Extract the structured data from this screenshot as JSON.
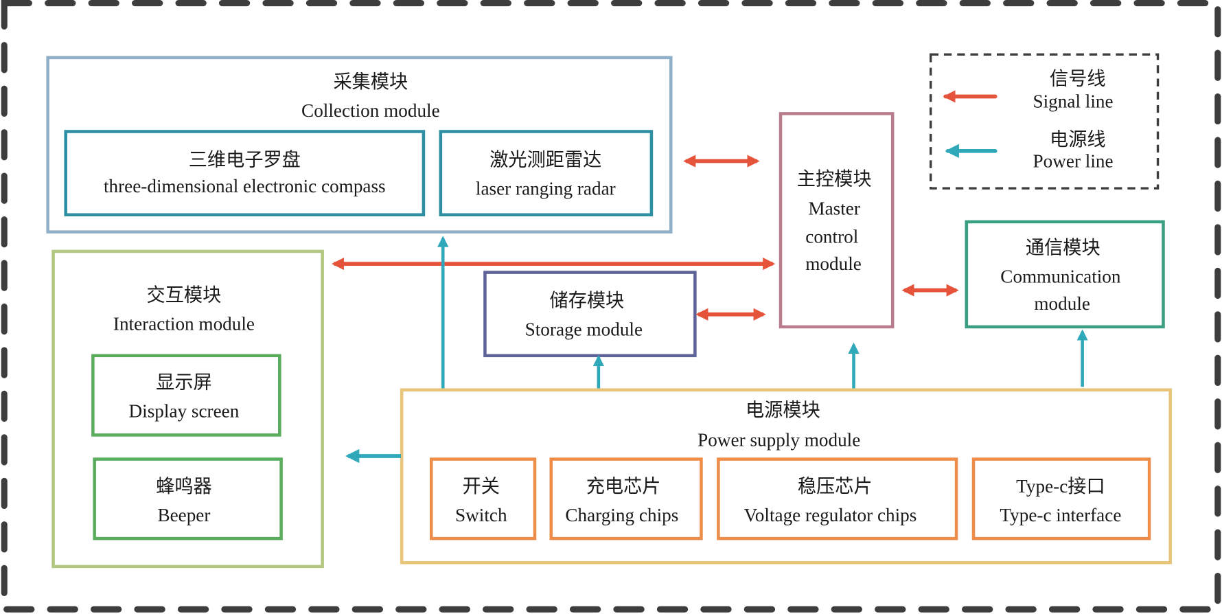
{
  "colors": {
    "border": "#3d3d3d",
    "collection": "#8fb0c8",
    "collection_sub": "#2e8fa3",
    "master": "#b97c8c",
    "communication": "#3a9e83",
    "storage": "#5e6399",
    "interaction": "#b2c77f",
    "interaction_sub": "#59ad5c",
    "power": "#e8c57a",
    "power_sub": "#ee8c4a",
    "signal_line": "#e5533a",
    "power_line": "#2fa8ba"
  },
  "collection": {
    "zh": "采集模块",
    "en": "Collection module",
    "compass": {
      "zh": "三维电子罗盘",
      "en": "three-dimensional electronic compass"
    },
    "laser": {
      "zh": "激光测距雷达",
      "en": "laser ranging radar"
    }
  },
  "master": {
    "zh": "主控模块",
    "en1": "Master",
    "en2": "control",
    "en3": "module"
  },
  "communication": {
    "zh": "通信模块",
    "en1": "Communication",
    "en2": "module"
  },
  "storage": {
    "zh": "储存模块",
    "en": "Storage module"
  },
  "interaction": {
    "zh": "交互模块",
    "en": "Interaction module",
    "display": {
      "zh": "显示屏",
      "en": "Display screen"
    },
    "beeper": {
      "zh": "蜂鸣器",
      "en": "Beeper"
    }
  },
  "power": {
    "zh": "电源模块",
    "en": "Power supply module",
    "switch": {
      "zh": "开关",
      "en": "Switch"
    },
    "charging": {
      "zh": "充电芯片",
      "en": "Charging chips"
    },
    "regulator": {
      "zh": "稳压芯片",
      "en": "Voltage regulator chips"
    },
    "typec": {
      "zh": "Type-c接口",
      "en": "Type-c interface"
    }
  },
  "legend": {
    "signal": {
      "zh": "信号线",
      "en": "Signal line"
    },
    "power": {
      "zh": "电源线",
      "en": "Power line"
    }
  }
}
